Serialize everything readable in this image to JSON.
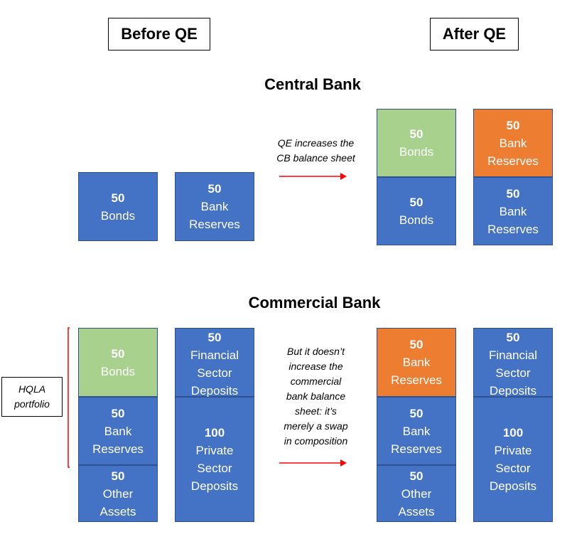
{
  "headers": {
    "before": "Before QE",
    "after": "After QE"
  },
  "central_bank": {
    "title": "Central Bank",
    "note": [
      "QE increases the",
      "CB balance sheet"
    ],
    "before": {
      "bonds": {
        "num": "50",
        "label": [
          "Bonds"
        ]
      },
      "reserves": {
        "num": "50",
        "label": [
          "Bank",
          "Reserves"
        ]
      }
    },
    "after": {
      "new_bonds": {
        "num": "50",
        "label": [
          "Bonds"
        ]
      },
      "bonds": {
        "num": "50",
        "label": [
          "Bonds"
        ]
      },
      "new_reserves": {
        "num": "50",
        "label": [
          "Bank",
          "Reserves"
        ]
      },
      "reserves": {
        "num": "50",
        "label": [
          "Bank",
          "Reserves"
        ]
      }
    }
  },
  "commercial_bank": {
    "title": "Commercial Bank",
    "hqla_label": [
      "HQLA",
      "portfolio"
    ],
    "note": [
      "But it doesn’t",
      "increase the",
      "commercial",
      "bank balance",
      "sheet: it’s",
      "merely a swap",
      "in composition"
    ],
    "before": {
      "bonds": {
        "num": "50",
        "label": [
          "Bonds"
        ]
      },
      "reserves": {
        "num": "50",
        "label": [
          "Bank",
          "Reserves"
        ]
      },
      "other": {
        "num": "50",
        "label": [
          "Other",
          "Assets"
        ]
      },
      "fin_deposits": {
        "num": "50",
        "label": [
          "Financial",
          "Sector",
          "Deposits"
        ]
      },
      "priv_deposits": {
        "num": "100",
        "label": [
          "Private",
          "Sector",
          "Deposits"
        ]
      }
    },
    "after": {
      "new_reserves": {
        "num": "50",
        "label": [
          "Bank",
          "Reserves"
        ]
      },
      "reserves": {
        "num": "50",
        "label": [
          "Bank",
          "Reserves"
        ]
      },
      "other": {
        "num": "50",
        "label": [
          "Other",
          "Assets"
        ]
      },
      "fin_deposits": {
        "num": "50",
        "label": [
          "Financial",
          "Sector",
          "Deposits"
        ]
      },
      "priv_deposits": {
        "num": "100",
        "label": [
          "Private",
          "Sector",
          "Deposits"
        ]
      }
    }
  },
  "colors": {
    "blue": "#4472c4",
    "green": "#a9d18e",
    "orange": "#ed7d31",
    "arrow": "#ff0000"
  }
}
